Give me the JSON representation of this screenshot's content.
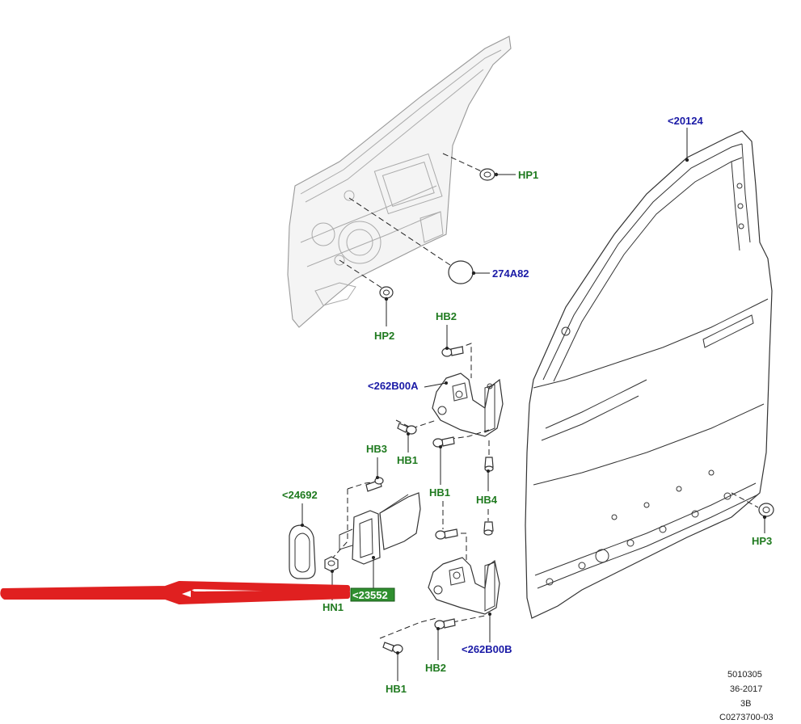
{
  "labels": {
    "hp1": "HP1",
    "p274a82": "274A82",
    "hp2": "HP2",
    "p20124": "<20124",
    "hb2_top": "HB2",
    "p262b00a": "<262B00A",
    "hb1_a": "HB1",
    "hb3": "HB3",
    "hb1_b": "HB1",
    "hb4": "HB4",
    "p24692": "<24692",
    "hp3": "HP3",
    "hn1": "HN1",
    "p23552": "<23552",
    "p262b00b": "<262B00B",
    "hb2_bottom": "HB2",
    "hb1_bottom": "HB1"
  },
  "reference": {
    "line1": "5010305",
    "line2": "36-2017",
    "line3": "3B",
    "line4": "C0273700-03"
  },
  "colors": {
    "part_number_label": "#1f7a1f",
    "reference_label": "#1a1aa6",
    "highlight_box": "#1f7a1f",
    "pointer_arrow": "#e02020"
  }
}
